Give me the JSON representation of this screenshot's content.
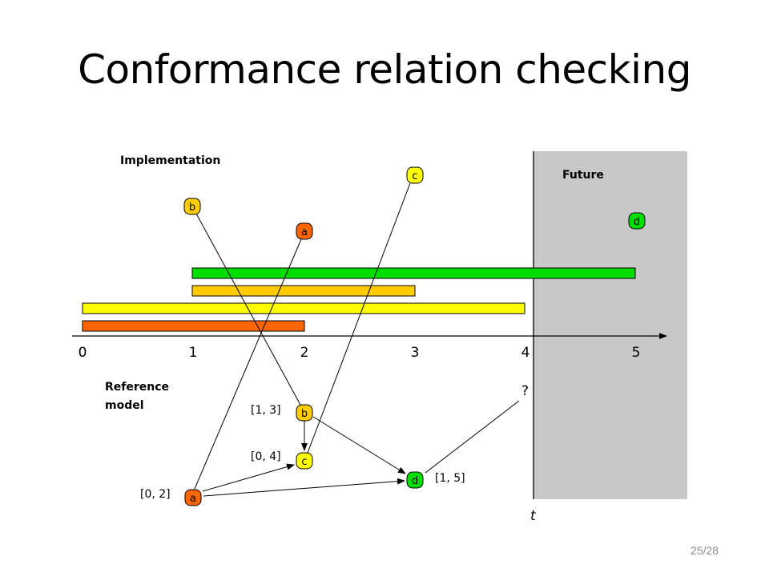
{
  "slide": {
    "title": "Conformance relation checking",
    "page_number": "25/28"
  },
  "diagram": {
    "implementation_label": "Implementation",
    "reference_label_line1": "Reference",
    "reference_label_line2": "model",
    "future_label": "Future",
    "time_marker": "t",
    "question_mark": "?",
    "axis_ticks": [
      "0",
      "1",
      "2",
      "3",
      "4",
      "5"
    ],
    "implementation_nodes": [
      "b",
      "a",
      "c",
      "d"
    ],
    "reference_nodes": [
      "b",
      "c",
      "d",
      "a"
    ],
    "intervals": [
      "[1, 3]",
      "[0, 4]",
      "[1, 5]",
      "[0, 2]"
    ],
    "colors": {
      "a": "#ff6600",
      "b": "#ffcc00",
      "c": "#ffff00",
      "d": "#00dd00",
      "future_region": "#c8c8c8"
    }
  }
}
